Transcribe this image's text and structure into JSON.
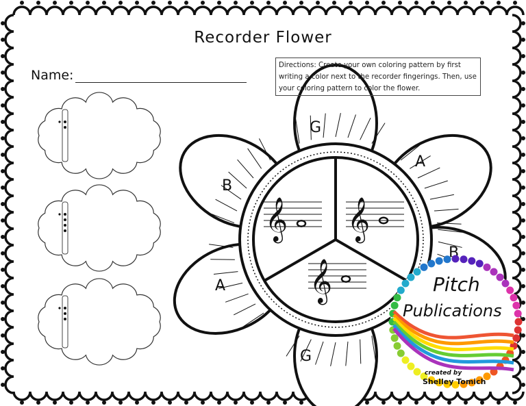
{
  "title": "Recorder Flower",
  "name_label": "Name:",
  "directions": "Directions:  Create your own coloring pattern by first writing a color next to the recorder fingerings.  Then, use your coloring pattern to color the flower.",
  "petal_letters": [
    "G",
    "A",
    "B",
    "G",
    "A",
    "B"
  ],
  "notes": [
    "B",
    "A",
    "G"
  ],
  "logo": {
    "line1": "Pitch",
    "line2": "Publications",
    "credit": "created by",
    "author": "Shelley Tomich"
  }
}
